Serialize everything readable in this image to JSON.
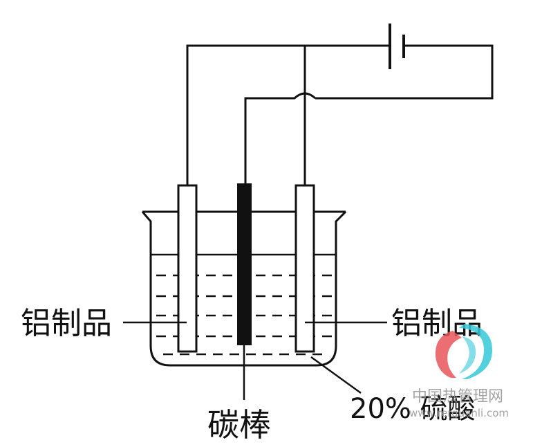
{
  "labels": {
    "left_electrode": "铝制品",
    "right_electrode": "铝制品",
    "carbon_rod": "碳棒",
    "electrolyte": "20% 硫酸"
  },
  "watermark": {
    "site_name": "中国热管理网",
    "site_url": "www.rerguanli.com"
  },
  "colors": {
    "line": "#111111",
    "watermark_red": "#e8555a",
    "watermark_cyan": "#35c8d8",
    "watermark_text": "#9a9a9a"
  }
}
